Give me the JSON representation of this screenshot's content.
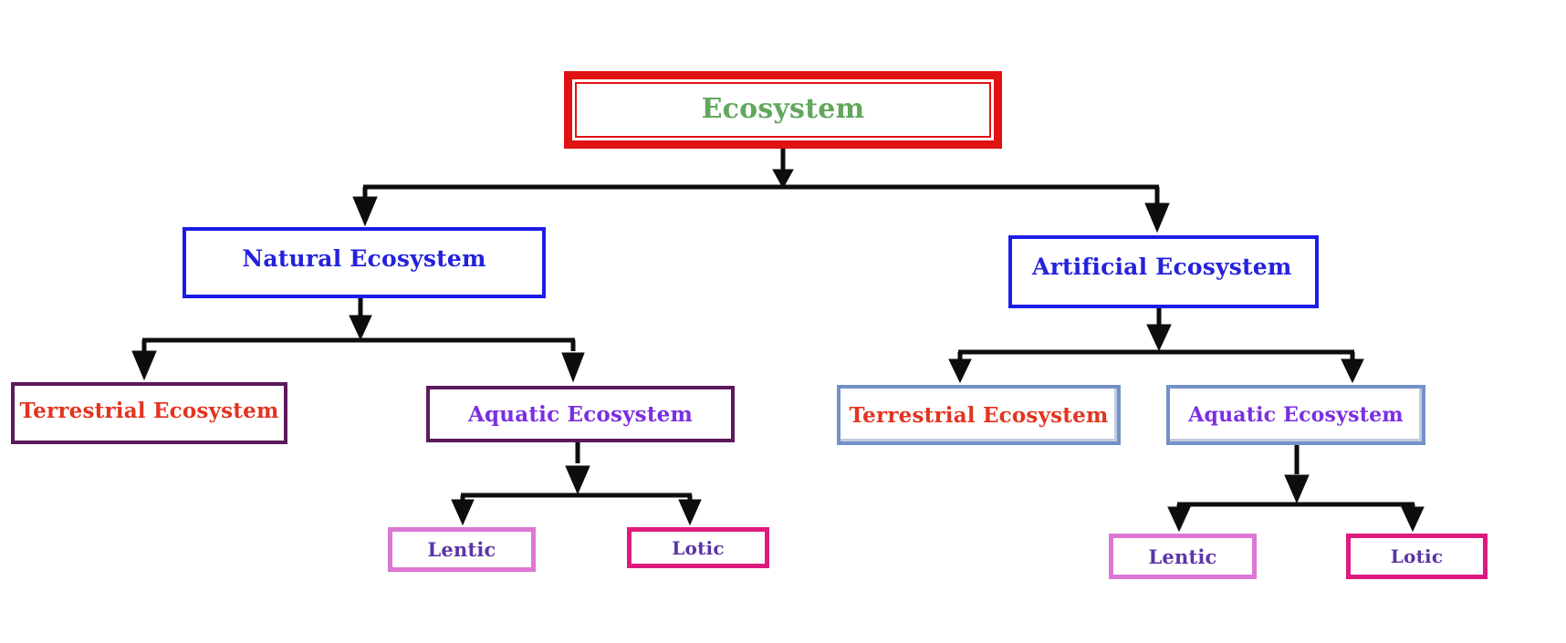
{
  "diagram": {
    "type": "flowchart-tree",
    "connector_color": "#0d0d0d",
    "nodes": {
      "ecosystem": {
        "label": "Ecosystem",
        "text_color": "#61a75c",
        "border_color": "#e01212"
      },
      "natural": {
        "label": "Natural Ecosystem",
        "text_color": "#2422dd",
        "border_color": "#1c1ce8"
      },
      "artificial": {
        "label": "Artificial Ecosystem",
        "text_color": "#2422dd",
        "border_color": "#1c1ce8"
      },
      "terrestrial_left": {
        "label": "Terrestrial Ecosystem",
        "text_color": "#e23420",
        "border_color": "#5c195c"
      },
      "aquatic_left": {
        "label": "Aquatic Ecosystem",
        "text_color": "#7b2fe0",
        "border_color": "#5c195c"
      },
      "lentic_left": {
        "label": "Lentic",
        "text_color": "#5b35a6",
        "border_color": "#dd77d4"
      },
      "lotic_left": {
        "label": "Lotic",
        "text_color": "#5b35a6",
        "border_color": "#de1a7e"
      },
      "terrestrial_right": {
        "label": "Terrestrial Ecosystem",
        "text_color": "#e23420",
        "border_color": "#7391c7"
      },
      "aquatic_right": {
        "label": "Aquatic Ecosystem",
        "text_color": "#7b2fe0",
        "border_color": "#7391c7"
      },
      "lentic_right": {
        "label": "Lentic",
        "text_color": "#5b35a6",
        "border_color": "#dd77d4"
      },
      "lotic_right": {
        "label": "Lotic",
        "text_color": "#5b35a6",
        "border_color": "#de1a7e"
      }
    },
    "edges": [
      {
        "from": "ecosystem",
        "to": "natural"
      },
      {
        "from": "ecosystem",
        "to": "artificial"
      },
      {
        "from": "natural",
        "to": "terrestrial_left"
      },
      {
        "from": "natural",
        "to": "aquatic_left"
      },
      {
        "from": "aquatic_left",
        "to": "lentic_left"
      },
      {
        "from": "aquatic_left",
        "to": "lotic_left"
      },
      {
        "from": "artificial",
        "to": "terrestrial_right"
      },
      {
        "from": "artificial",
        "to": "aquatic_right"
      },
      {
        "from": "aquatic_right",
        "to": "lentic_right"
      },
      {
        "from": "aquatic_right",
        "to": "lotic_right"
      }
    ]
  }
}
